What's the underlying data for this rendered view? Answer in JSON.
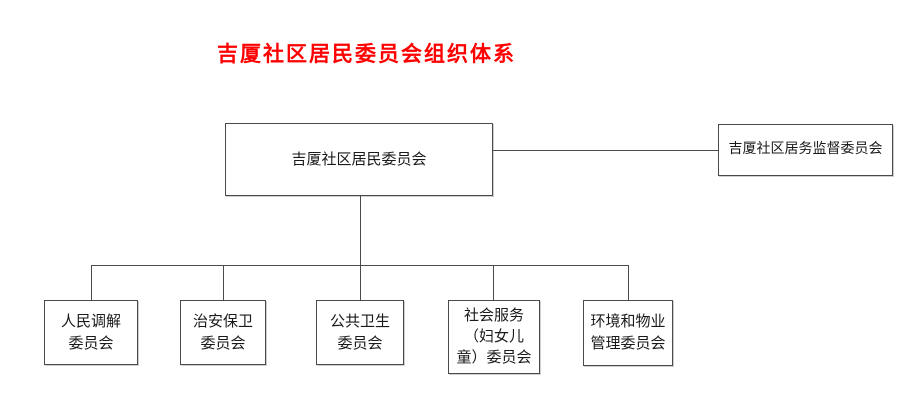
{
  "colors": {
    "page_bg": "#ffffff",
    "title_color": "#ff0000",
    "border_color": "#4a4a4a",
    "line_color": "#4a4a4a",
    "text_color": "#1a1a1a"
  },
  "title": {
    "text": "吉厦社区居民委员会组织体系"
  },
  "org": {
    "root": {
      "label": "吉厦社区居民委员会"
    },
    "supervisor": {
      "label": "吉厦社区居务监督委员会"
    },
    "children": [
      {
        "label": "人民调解\n委员会"
      },
      {
        "label": "治安保卫\n委员会"
      },
      {
        "label": "公共卫生\n委员会"
      },
      {
        "label": "社会服务\n（妇女儿\n童）委员会"
      },
      {
        "label": "环境和物业\n管理委员会"
      }
    ]
  }
}
